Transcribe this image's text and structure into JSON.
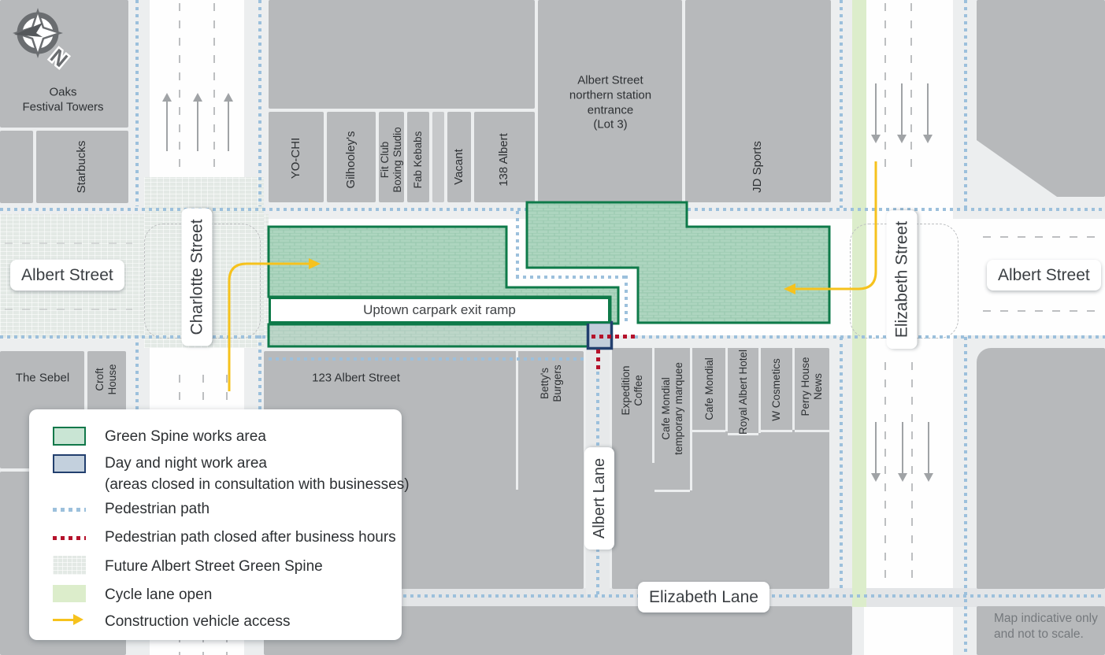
{
  "compass": {
    "north": "N"
  },
  "street_labels": {
    "albert_west": "Albert Street",
    "albert_east": "Albert Street",
    "charlotte": "Charlotte Street",
    "elizabeth": "Elizabeth Street",
    "albert_lane": "Albert Lane",
    "elizabeth_lane": "Elizabeth Lane"
  },
  "buildings": {
    "oaks": "Oaks\nFestival Towers",
    "starbucks": "Starbucks",
    "sebel": "The Sebel",
    "croft": "Croft\nHouse",
    "yochi": "YO-CHI",
    "gilhooleys": "Gilhooley's",
    "fitclub": "Fit Club\nBoxing Studio",
    "fabkebabs": "Fab Kebabs",
    "vacant": "Vacant",
    "albert138": "138 Albert",
    "station": "Albert Street\nnorthern station\nentrance\n(Lot 3)",
    "jdsports": "JD Sports",
    "albert123": "123 Albert Street",
    "bettys": "Betty's\nBurgers",
    "expedition": "Expedition\nCoffee",
    "marquee": "Cafe Mondial\ntemporary marquee",
    "cafemondial": "Cafe Mondial",
    "royal": "Royal Albert Hotel",
    "wcosmetics": "W Cosmetics",
    "perry": "Perry House\nNews"
  },
  "works": {
    "uptown_ramp": "Uptown carpark exit ramp"
  },
  "legend": {
    "items": [
      {
        "label": "Green Spine works area"
      },
      {
        "label": "Day and night work area",
        "sublabel": "(areas closed in consultation with businesses)"
      },
      {
        "label": "Pedestrian path"
      },
      {
        "label": "Pedestrian path closed after business hours"
      },
      {
        "label": "Future Albert Street Green Spine"
      },
      {
        "label": "Cycle lane open"
      },
      {
        "label": "Construction vehicle access"
      }
    ]
  },
  "note": {
    "text": "Map indicative only\nand not to scale."
  },
  "colors": {
    "works_green_fill": "#add5bf",
    "works_green_border": "#0e7a49",
    "day_night_fill": "#c2cedb",
    "day_night_border": "#223f6e",
    "pedestrian_dot": "#9cc0dc",
    "closed_path_dot": "#b5122b",
    "future_spine": "#e3e9e5",
    "cycle_lane": "#dcedcb",
    "vehicle_access": "#f6c21d",
    "building_gray": "#b7b9bb"
  }
}
